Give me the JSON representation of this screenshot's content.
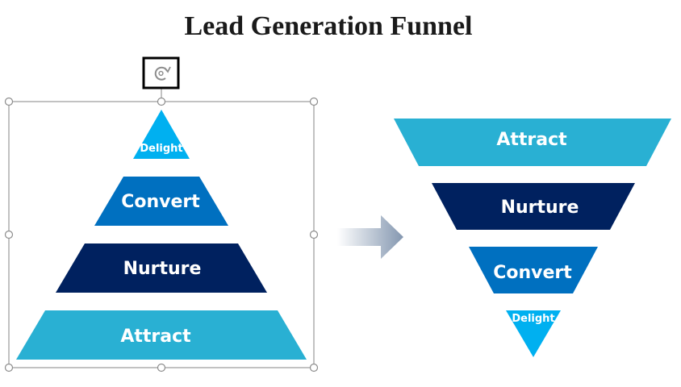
{
  "title": "Lead Generation Funnel",
  "colors": {
    "attract": "#29b0d3",
    "nurture": "#00215f",
    "convert": "#0070c0",
    "delight": "#00b0f0",
    "selection": "#8c8c8c"
  },
  "pyramid": {
    "stages": [
      "Delight",
      "Convert",
      "Nurture",
      "Attract"
    ]
  },
  "funnel": {
    "stages": [
      "Attract",
      "Nurture",
      "Convert",
      "Delight"
    ]
  },
  "icons": [
    "rotate-handle-icon",
    "right-arrow-icon"
  ]
}
